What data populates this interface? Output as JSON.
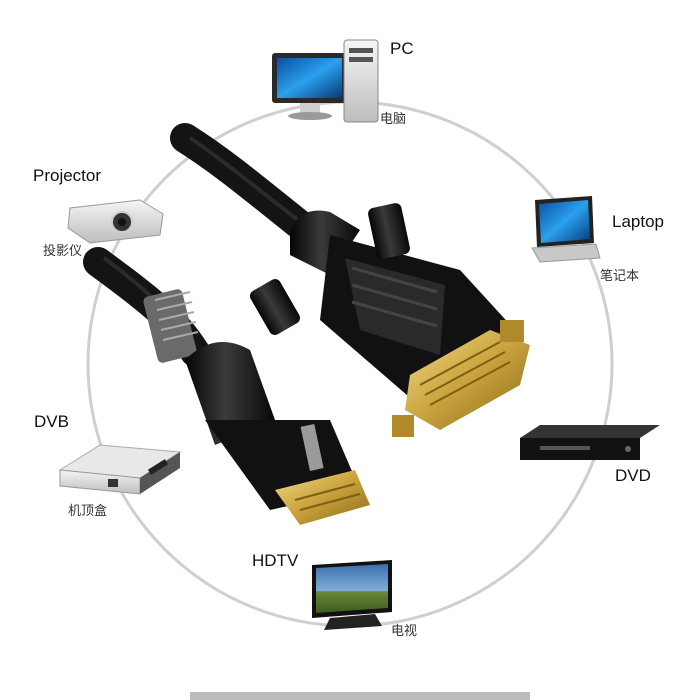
{
  "devices": {
    "pc": {
      "label": "PC",
      "label_cn": "电脑",
      "icon": "desktop-computer-icon"
    },
    "laptop": {
      "label": "Laptop",
      "label_cn": "笔记本",
      "icon": "laptop-icon"
    },
    "dvd": {
      "label": "DVD",
      "label_cn": "",
      "icon": "dvd-player-icon"
    },
    "hdtv": {
      "label": "HDTV",
      "label_cn": "电视",
      "icon": "flat-tv-icon"
    },
    "dvb": {
      "label": "DVB",
      "label_cn": "机顶盒",
      "icon": "set-top-box-icon"
    },
    "projector": {
      "label": "Projector",
      "label_cn": "投影仪",
      "icon": "projector-icon"
    }
  },
  "colors": {
    "cable": "#141414",
    "gold": "#c9a23c",
    "circle": "#cfcfcf",
    "screen": "#1e88d8"
  }
}
